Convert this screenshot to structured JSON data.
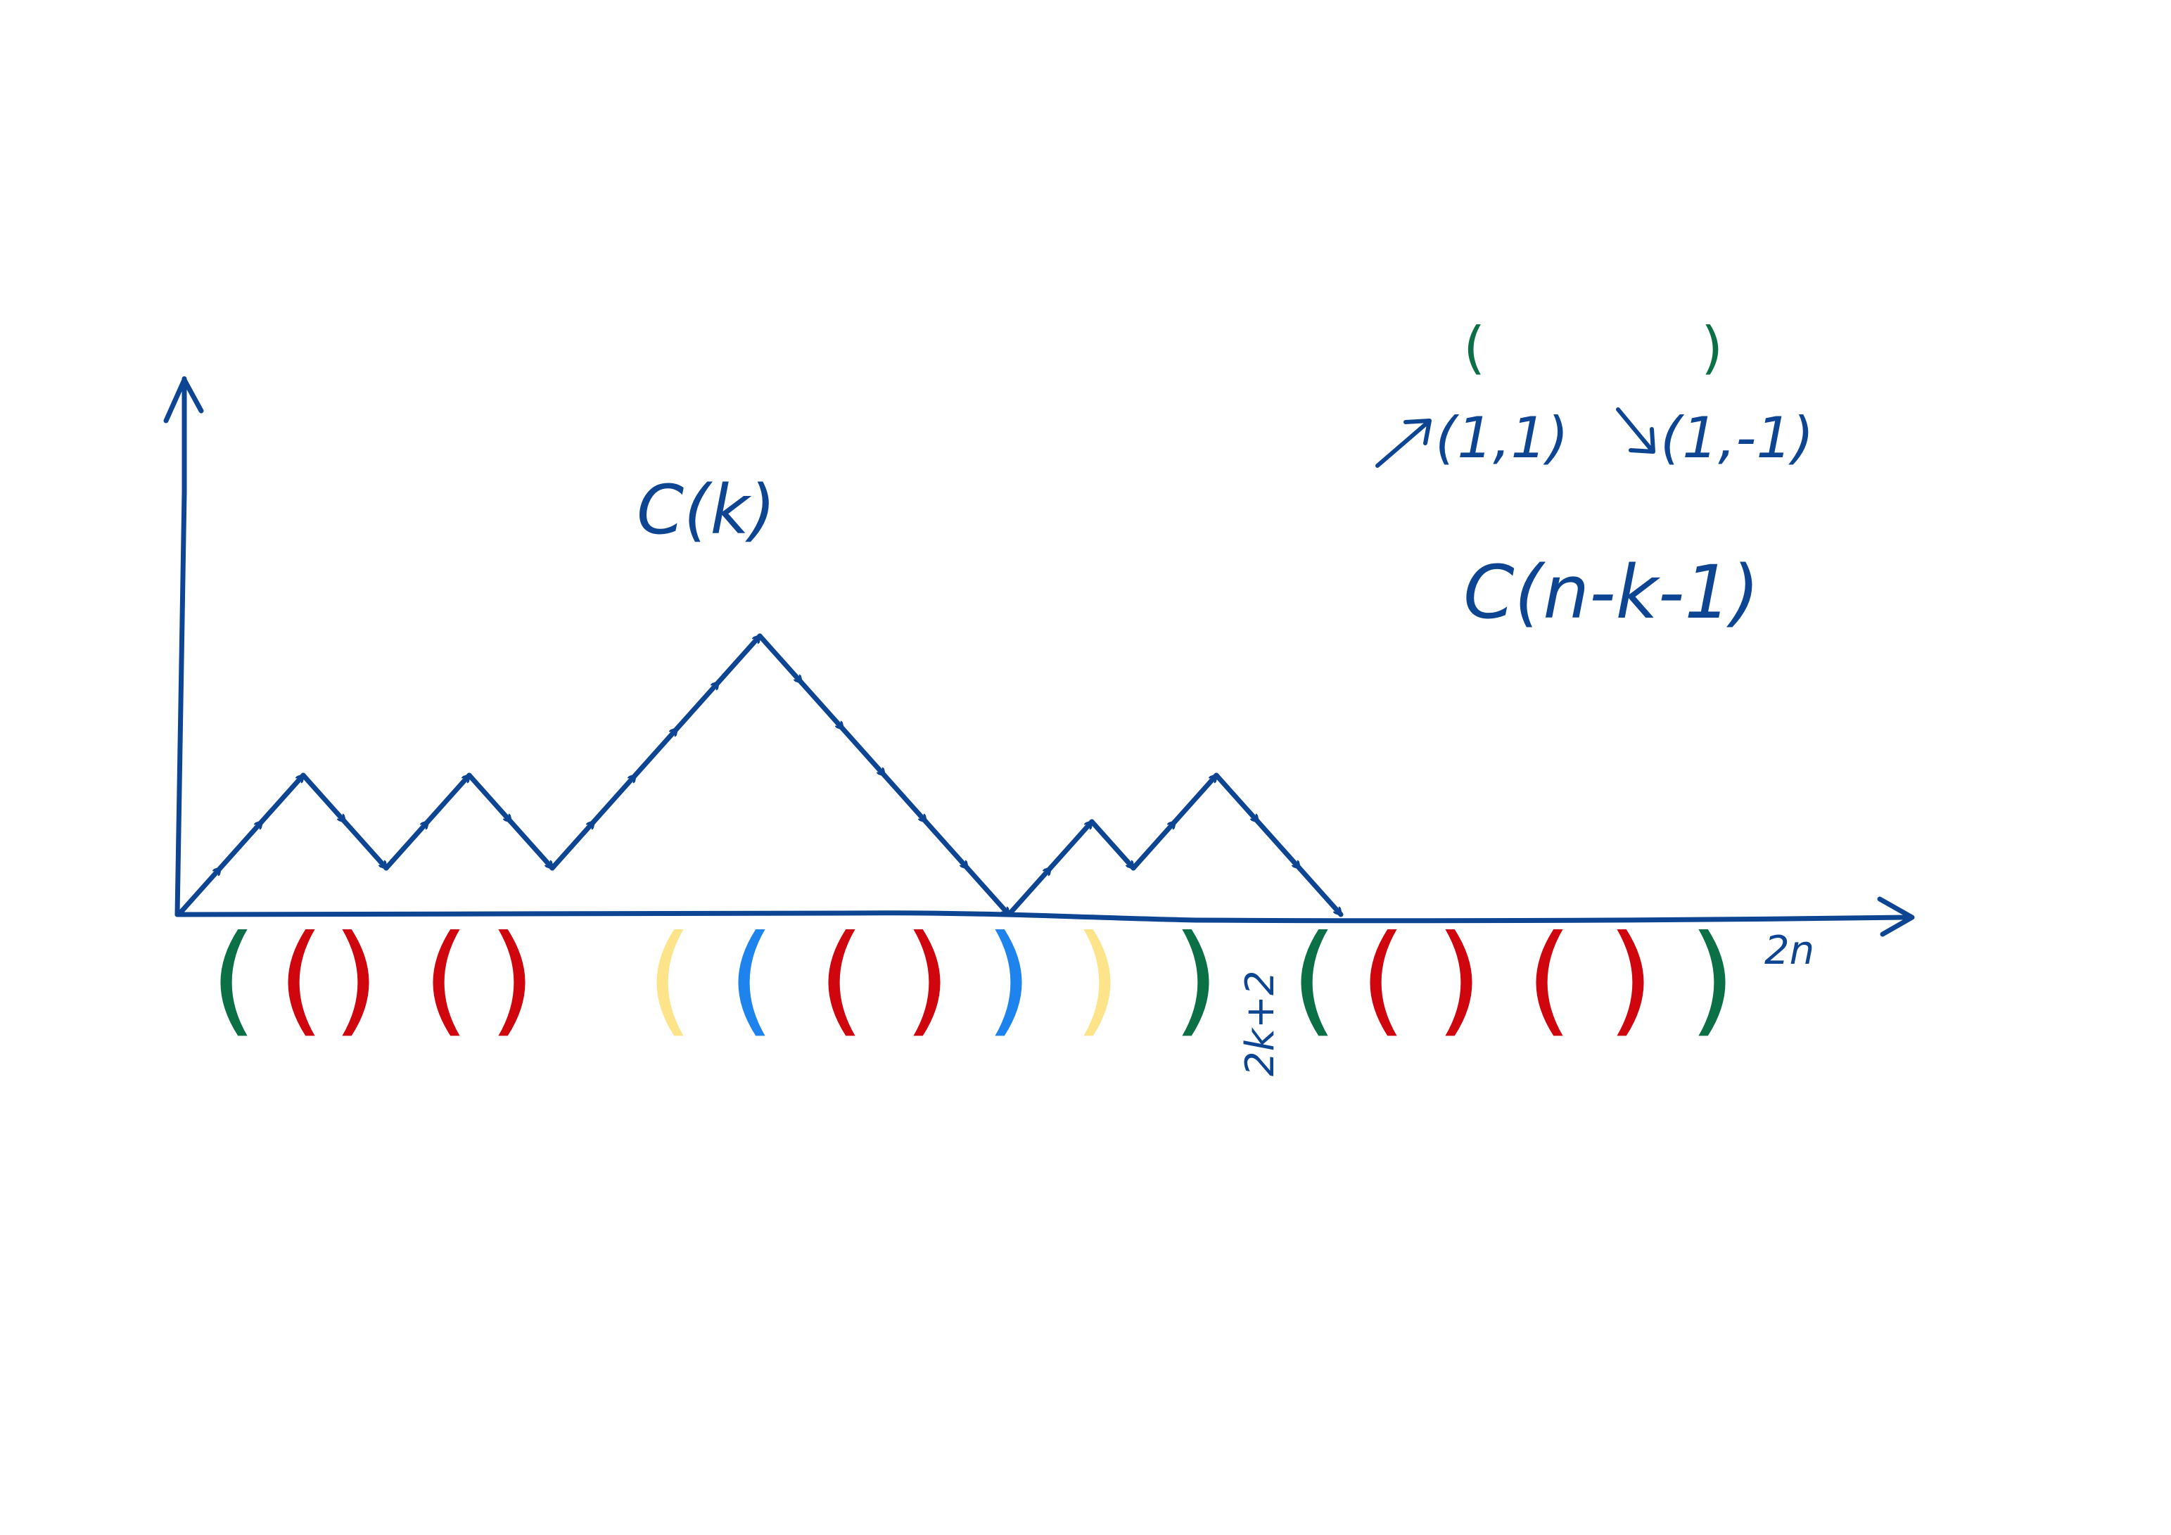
{
  "colors": {
    "ink": "#0d4593",
    "green": "#0b7045",
    "red": "#d0060e",
    "yellow": "#fde38a",
    "blue": "#1e83ec"
  },
  "labels": {
    "left_catalan": "C(k)",
    "right_catalan": "C(n-k-1)",
    "up_step": "(1,1)",
    "down_step": "(1,-1)",
    "open_paren": "(",
    "close_paren": ")",
    "x_mid": "2k+2",
    "x_end": "2n"
  },
  "path": {
    "steps": [
      1,
      1,
      1,
      -1,
      -1,
      1,
      1,
      -1,
      -1,
      1,
      1,
      1,
      1,
      1,
      -1,
      -1,
      -1,
      -1,
      -1,
      -1,
      1,
      1,
      -1,
      1,
      1,
      -1,
      -1,
      -1
    ]
  },
  "parens": [
    {
      "glyph": "(",
      "color": "green"
    },
    {
      "glyph": "(",
      "color": "red"
    },
    {
      "glyph": ")",
      "color": "red"
    },
    {
      "glyph": "(",
      "color": "red"
    },
    {
      "glyph": ")",
      "color": "red"
    },
    {
      "glyph": "(",
      "color": "yellow"
    },
    {
      "glyph": "(",
      "color": "blue"
    },
    {
      "glyph": "(",
      "color": "red"
    },
    {
      "glyph": ")",
      "color": "red"
    },
    {
      "glyph": ")",
      "color": "blue"
    },
    {
      "glyph": ")",
      "color": "yellow"
    },
    {
      "glyph": ")",
      "color": "green"
    },
    {
      "glyph": "(",
      "color": "green"
    },
    {
      "glyph": "(",
      "color": "red"
    },
    {
      "glyph": ")",
      "color": "red"
    },
    {
      "glyph": "(",
      "color": "red"
    },
    {
      "glyph": ")",
      "color": "red"
    },
    {
      "glyph": ")",
      "color": "green"
    }
  ]
}
